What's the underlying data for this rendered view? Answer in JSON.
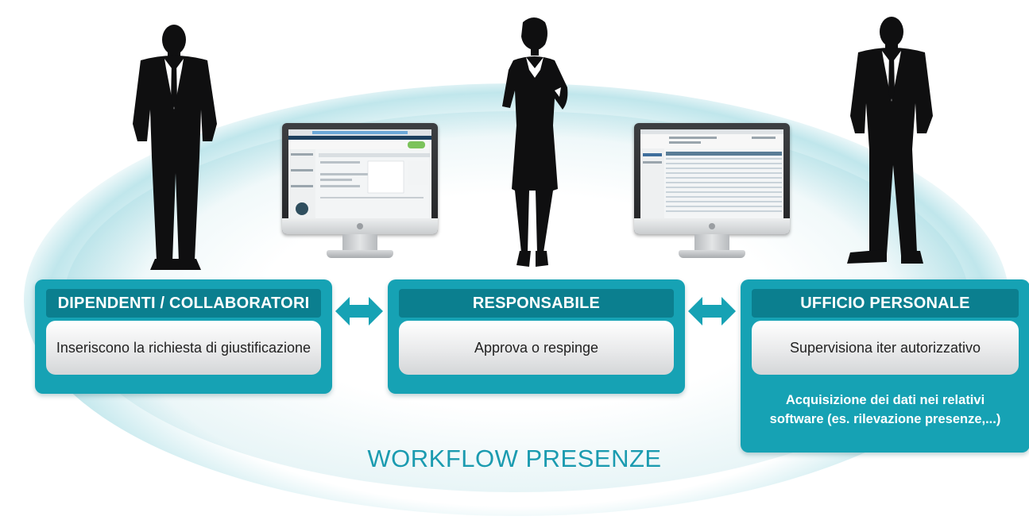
{
  "title": "WORKFLOW PRESENZE",
  "colors": {
    "teal": "#16a2b4",
    "teal_dark": "#0b7f8f",
    "title_teal": "#1b9bb0"
  },
  "roles": [
    {
      "heading": "DIPENDENTI / COLLABORATORI",
      "text": "Inseriscono la richiesta di giustificazione"
    },
    {
      "heading": "RESPONSABILE",
      "text": "Approva o respinge"
    },
    {
      "heading": "UFFICIO PERSONALE",
      "text": "Supervisiona iter autorizzativo",
      "note_line1": "Acquisizione dei dati nei relativi",
      "note_line2": "software (es. rilevazione presenze,...)"
    }
  ],
  "icons": {
    "figures": [
      "businessman-silhouette-icon",
      "businesswoman-silhouette-icon",
      "businessman-silhouette-icon"
    ],
    "monitors": [
      "monitor-icon",
      "monitor-icon"
    ],
    "arrows": [
      "double-arrow-icon",
      "double-arrow-icon"
    ]
  }
}
